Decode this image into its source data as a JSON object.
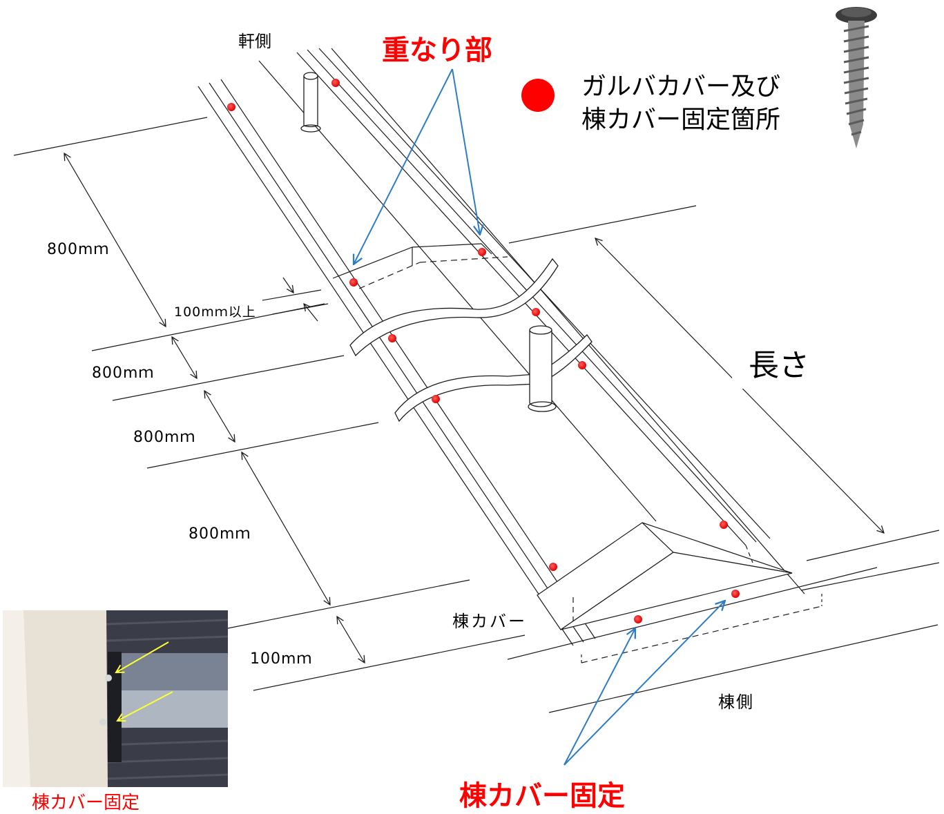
{
  "labels": {
    "eave_side": "軒側",
    "ridge_side": "棟側",
    "overlap": "重なり部",
    "legend_line1": "ガルバカバー及び",
    "legend_line2": "棟カバー固定箇所",
    "length": "長さ",
    "ridge_cover": "棟カバー",
    "ridge_cover_fix": "棟カバー固定",
    "photo_caption": "棟カバー固定"
  },
  "dimensions": {
    "d1": "800mｍ",
    "overlap_min": "100mｍ以上",
    "d2": "800mｍ",
    "d3": "800mｍ",
    "d4": "800mｍ",
    "d5": "100mｍ"
  },
  "colors": {
    "fix_point": "#ff0000",
    "callout_arrow": "#2e7cc4",
    "photo_arrow": "#ffff33",
    "line": "#1a1a1a"
  },
  "icons": {
    "legend_marker": "red-dot-icon",
    "screw": "screw-icon",
    "photo": "ridge-cover-photo"
  }
}
